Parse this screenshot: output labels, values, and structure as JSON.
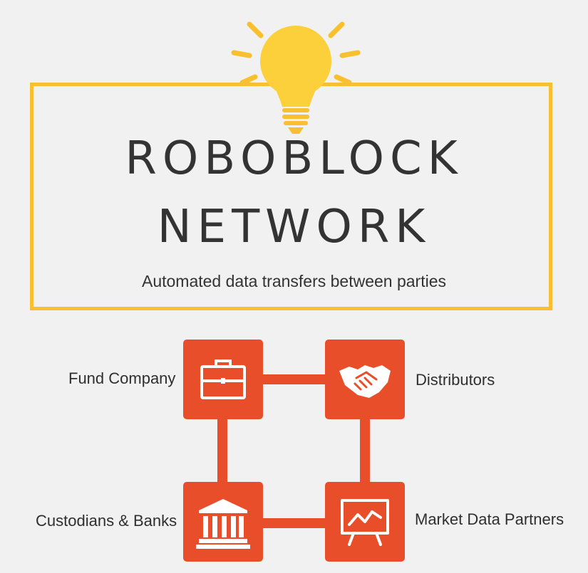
{
  "header": {
    "title_line1": "ROBOBLOCK",
    "title_line2": "NETWORK",
    "subtitle": "Automated data transfers between parties"
  },
  "nodes": [
    {
      "label": "Fund Company",
      "icon": "briefcase-icon"
    },
    {
      "label": "Distributors",
      "icon": "handshake-icon"
    },
    {
      "label": "Custodians & Banks",
      "icon": "bank-icon"
    },
    {
      "label": "Market Data Partners",
      "icon": "presentation-chart-icon"
    }
  ],
  "colors": {
    "accent_yellow": "#f7bf31",
    "node_red": "#e94e2b",
    "background": "#f1f1f1",
    "text": "#2f2f2f"
  }
}
